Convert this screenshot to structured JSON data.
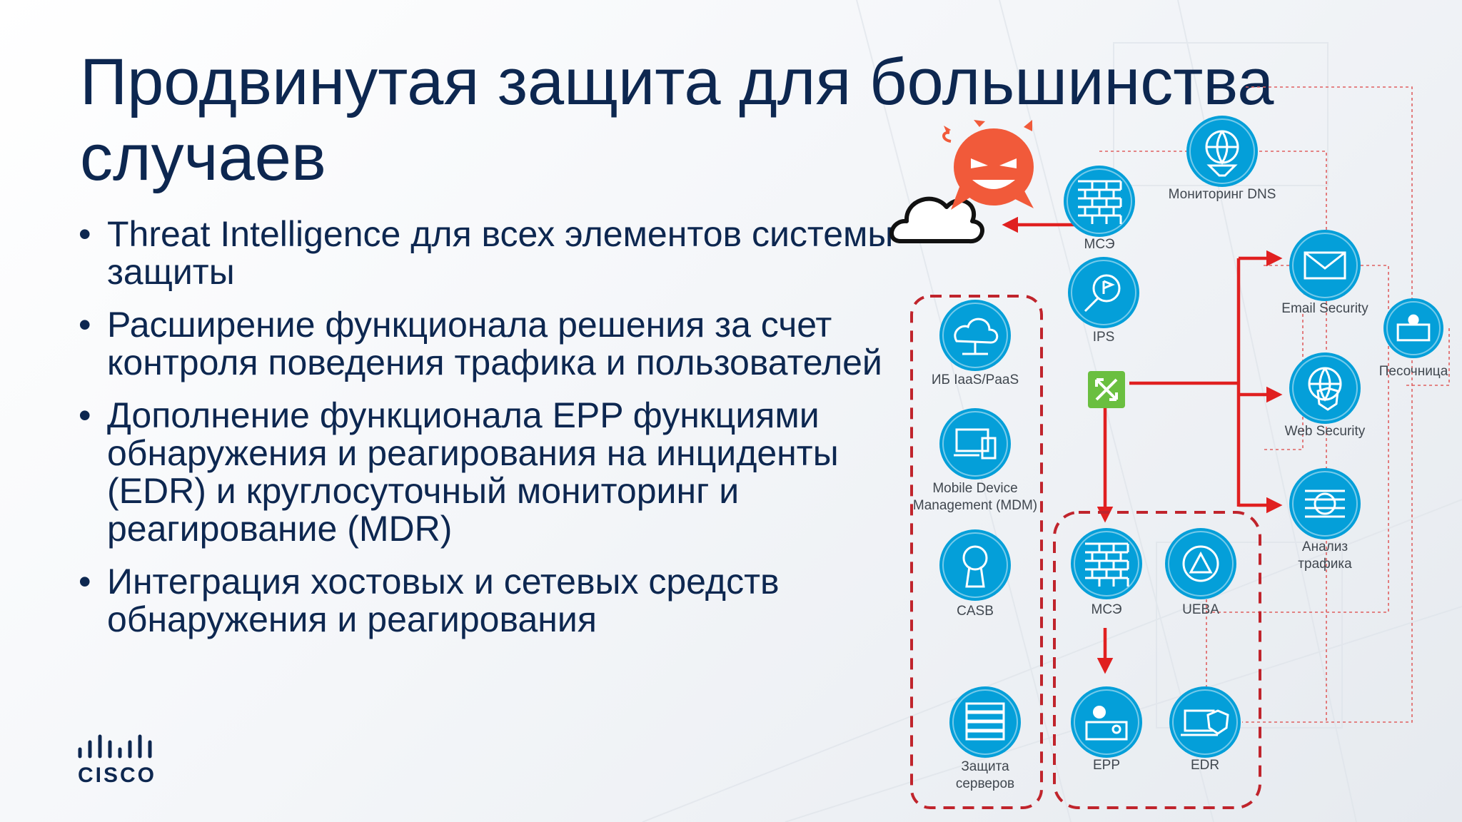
{
  "slide": {
    "title": "Продвинутая защита для большинства случаев",
    "bullets": [
      "Threat Intelligence для всех элементов системы защиты",
      "Расширение функционала решения за счет контроля поведения трафика и пользователей",
      "Дополнение функционала EPP функциями обнаружения и реагирования на инциденты (EDR) и круглосуточный мониторинг и реагирование (MDR)",
      "Интеграция хостовых и сетевых средств обнаружения и реагирования"
    ],
    "bullet_marker": "•"
  },
  "logo": {
    "text": "CISCO",
    "icon": "cisco-bridge-logo"
  },
  "diagram": {
    "colors": {
      "node": "#049fd9",
      "arrow": "#e02020",
      "dashed": "#c0242c",
      "switch": "#6abf40",
      "devil": "#f15a3a"
    },
    "nodes": {
      "fw_top": {
        "label": "МСЭ",
        "icon": "firewall-icon"
      },
      "dns": {
        "label": "Мониторинг DNS",
        "icon": "globe-funnel-icon"
      },
      "ips": {
        "label": "IPS",
        "icon": "magnifier-flag-icon"
      },
      "email": {
        "label": "Email Security",
        "icon": "envelope-icon"
      },
      "sandbox": {
        "label": "Песочница",
        "icon": "sandbox-bug-icon"
      },
      "web": {
        "label": "Web Security",
        "icon": "globe-shield-icon"
      },
      "traffic": {
        "label_lines": [
          "Анализ",
          "трафика"
        ],
        "icon": "traffic-analysis-icon"
      },
      "iaas": {
        "label": "ИБ IaaS/PaaS",
        "icon": "cloud-shield-icon"
      },
      "mdm": {
        "label_lines": [
          "Mobile Device",
          "Management (MDM)"
        ],
        "icon": "devices-icon"
      },
      "casb": {
        "label": "CASB",
        "icon": "keyhole-icon"
      },
      "servers": {
        "label_lines": [
          "Защита",
          "серверов"
        ],
        "icon": "server-shield-icon"
      },
      "fw_bottom": {
        "label": "МСЭ",
        "icon": "firewall-icon"
      },
      "ueba": {
        "label": "UEBA",
        "icon": "user-behavior-icon"
      },
      "epp": {
        "label": "EPP",
        "icon": "endpoint-user-icon"
      },
      "edr": {
        "label": "EDR",
        "icon": "laptop-shield-icon"
      }
    }
  }
}
